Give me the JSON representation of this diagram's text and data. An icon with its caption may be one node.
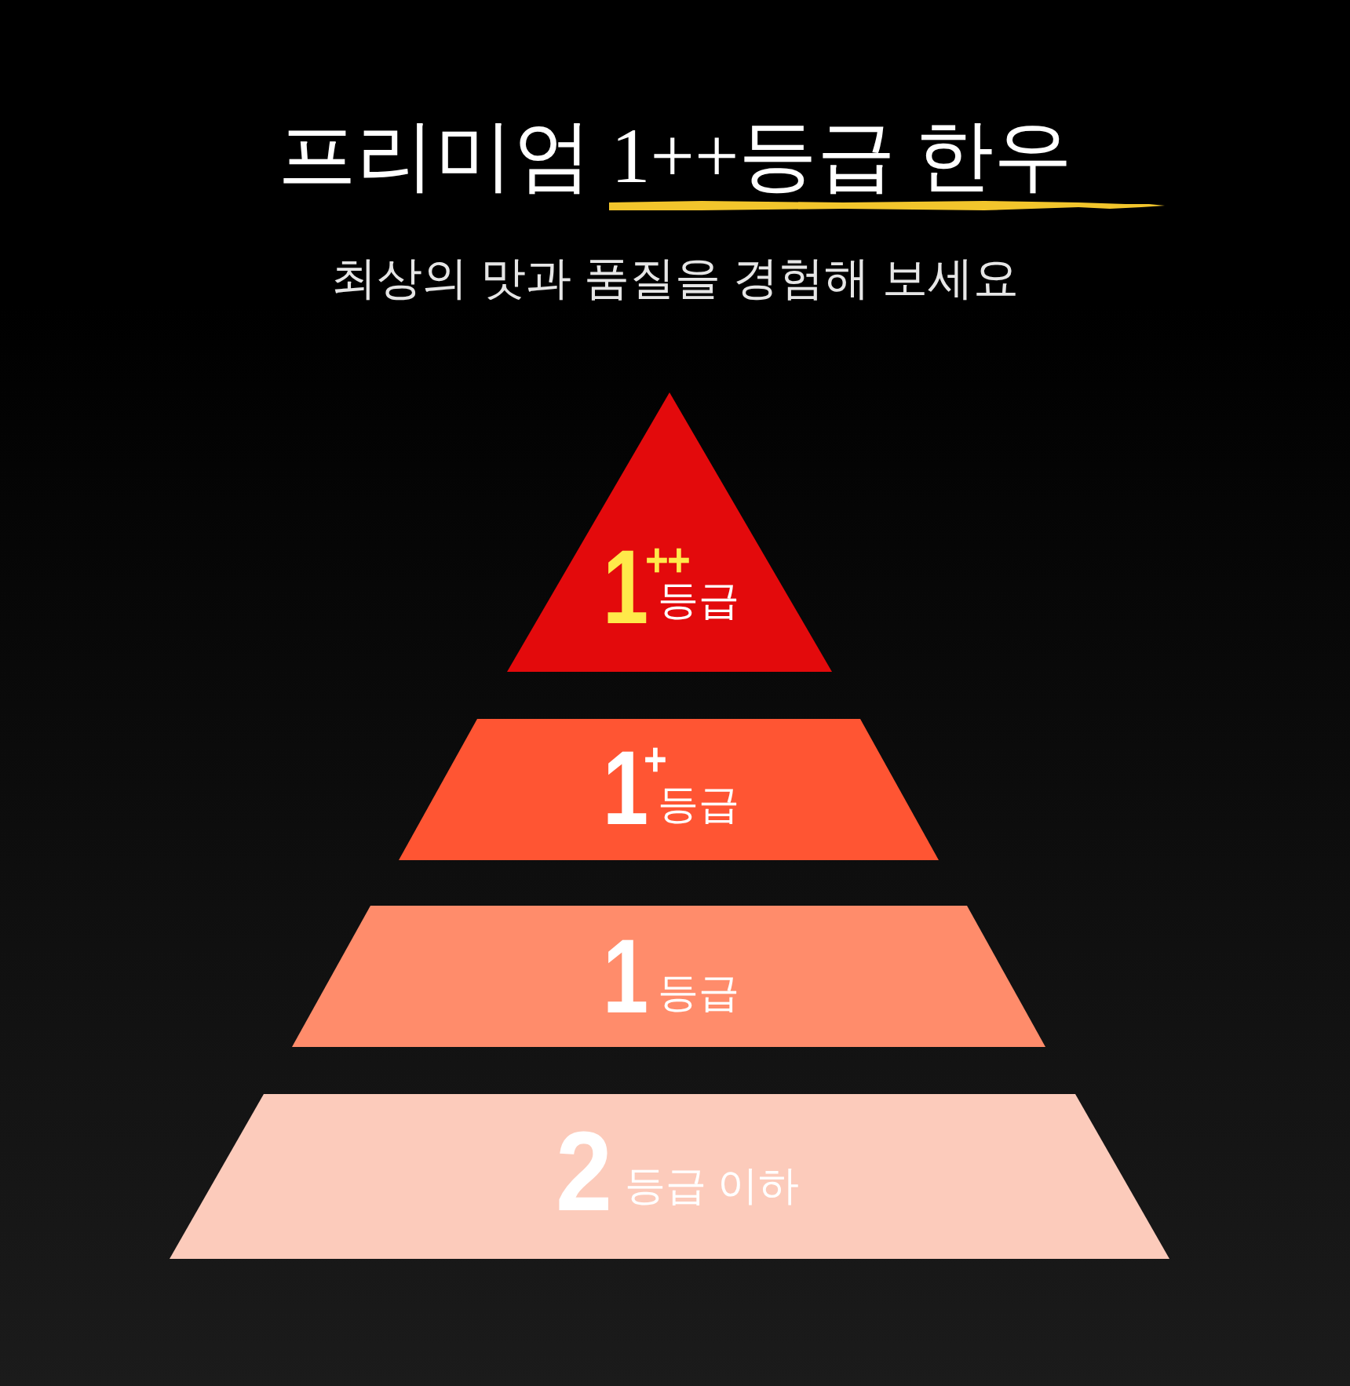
{
  "diagram": {
    "title": "프리미엄 1++등급 한우",
    "nodes": [
      {
        "text": [
          "1",
          "++",
          "등급"
        ]
      },
      {
        "text": [
          "1",
          "+",
          "등급"
        ]
      },
      {
        "text": [
          "1",
          "등급"
        ]
      },
      {
        "text": [
          "2",
          "등급 이하"
        ]
      }
    ],
    "labels": [
      "최상의 맛과 품질을 경험해 보세요"
    ]
  }
}
